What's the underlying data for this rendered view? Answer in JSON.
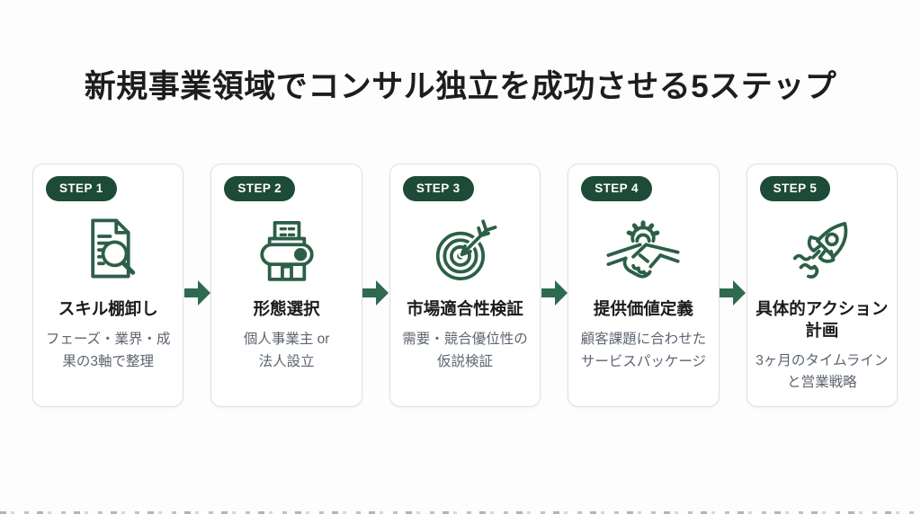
{
  "title": "新規事業領域でコンサル独立を成功させる5ステップ",
  "colors": {
    "badge_bg": "#1e4b37",
    "icon_stroke": "#2c5f47",
    "arrow_fill": "#2d6a4f",
    "title_text": "#1d1d1f",
    "desc_text": "#5d6570",
    "card_border": "#e0e0e0",
    "card_bg": "#ffffff",
    "page_bg": "#fdfdfd"
  },
  "steps": [
    {
      "badge": "STEP 1",
      "icon": "document-search-icon",
      "title": "スキル棚卸し",
      "description": "フェーズ・業界・成\n果の3軸で整理"
    },
    {
      "badge": "STEP 2",
      "icon": "building-toggle-icon",
      "title": "形態選択",
      "description": "個人事業主 or\n法人設立"
    },
    {
      "badge": "STEP 3",
      "icon": "target-dart-icon",
      "title": "市場適合性検証",
      "description": "需要・競合優位性の\n仮説検証"
    },
    {
      "badge": "STEP 4",
      "icon": "gear-handshake-icon",
      "title": "提供価値定義",
      "description": "顧客課題に合わせた\nサービスパッケージ"
    },
    {
      "badge": "STEP 5",
      "icon": "rocket-icon",
      "title": "具体的アクション\n計画",
      "description": "3ヶ月のタイムライン\nと営業戦略"
    }
  ]
}
